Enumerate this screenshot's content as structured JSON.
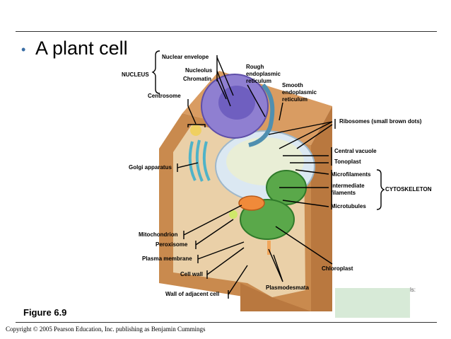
{
  "slide": {
    "title": "A plant cell",
    "figure_label": "Figure 6.9",
    "copyright": "Copyright © 2005 Pearson Education, Inc. publishing as Benjamin Cummings"
  },
  "labels": {
    "nuclear_envelope": "Nuclear envelope",
    "nucleolus": "Nucleolus",
    "chromatin": "Chromatin",
    "nucleus_group": "NUCLEUS",
    "rough_er": "Rough\nendoplasmic\nreticulum",
    "smooth_er": "Smooth\nendoplasmic\nreticulum",
    "centrosome": "Centrosome",
    "ribosomes": "Ribosomes (small brown dots)",
    "central_vacuole": "Central vacuole",
    "tonoplast": "Tonoplast",
    "golgi": "Golgi apparatus",
    "microfilaments": "Microfilaments",
    "intermediate_filaments": "Intermediate\nfilaments",
    "microtubules": "Microtubules",
    "cytoskeleton_group": "CYTOSKELETON",
    "mitochondrion": "Mitochondrion",
    "peroxisome": "Peroxisome",
    "plasma_membrane": "Plasma membrane",
    "cell_wall": "Cell wall",
    "wall_adjacent": "Wall of adjacent cell",
    "plasmodesmata": "Plasmodesmata",
    "chloroplast": "Chloroplast",
    "cut_text": "ls:"
  },
  "colors": {
    "cell_wall": "#c98a4e",
    "cytoplasm": "#e9c9a0",
    "nucleus": "#8f7fd1",
    "vacuole": "#d8e7f0",
    "chloroplast": "#5aa84a",
    "mitochondrion": "#f08a3a",
    "golgi": "#4fb3c8",
    "label_box": "#d7ead7"
  }
}
